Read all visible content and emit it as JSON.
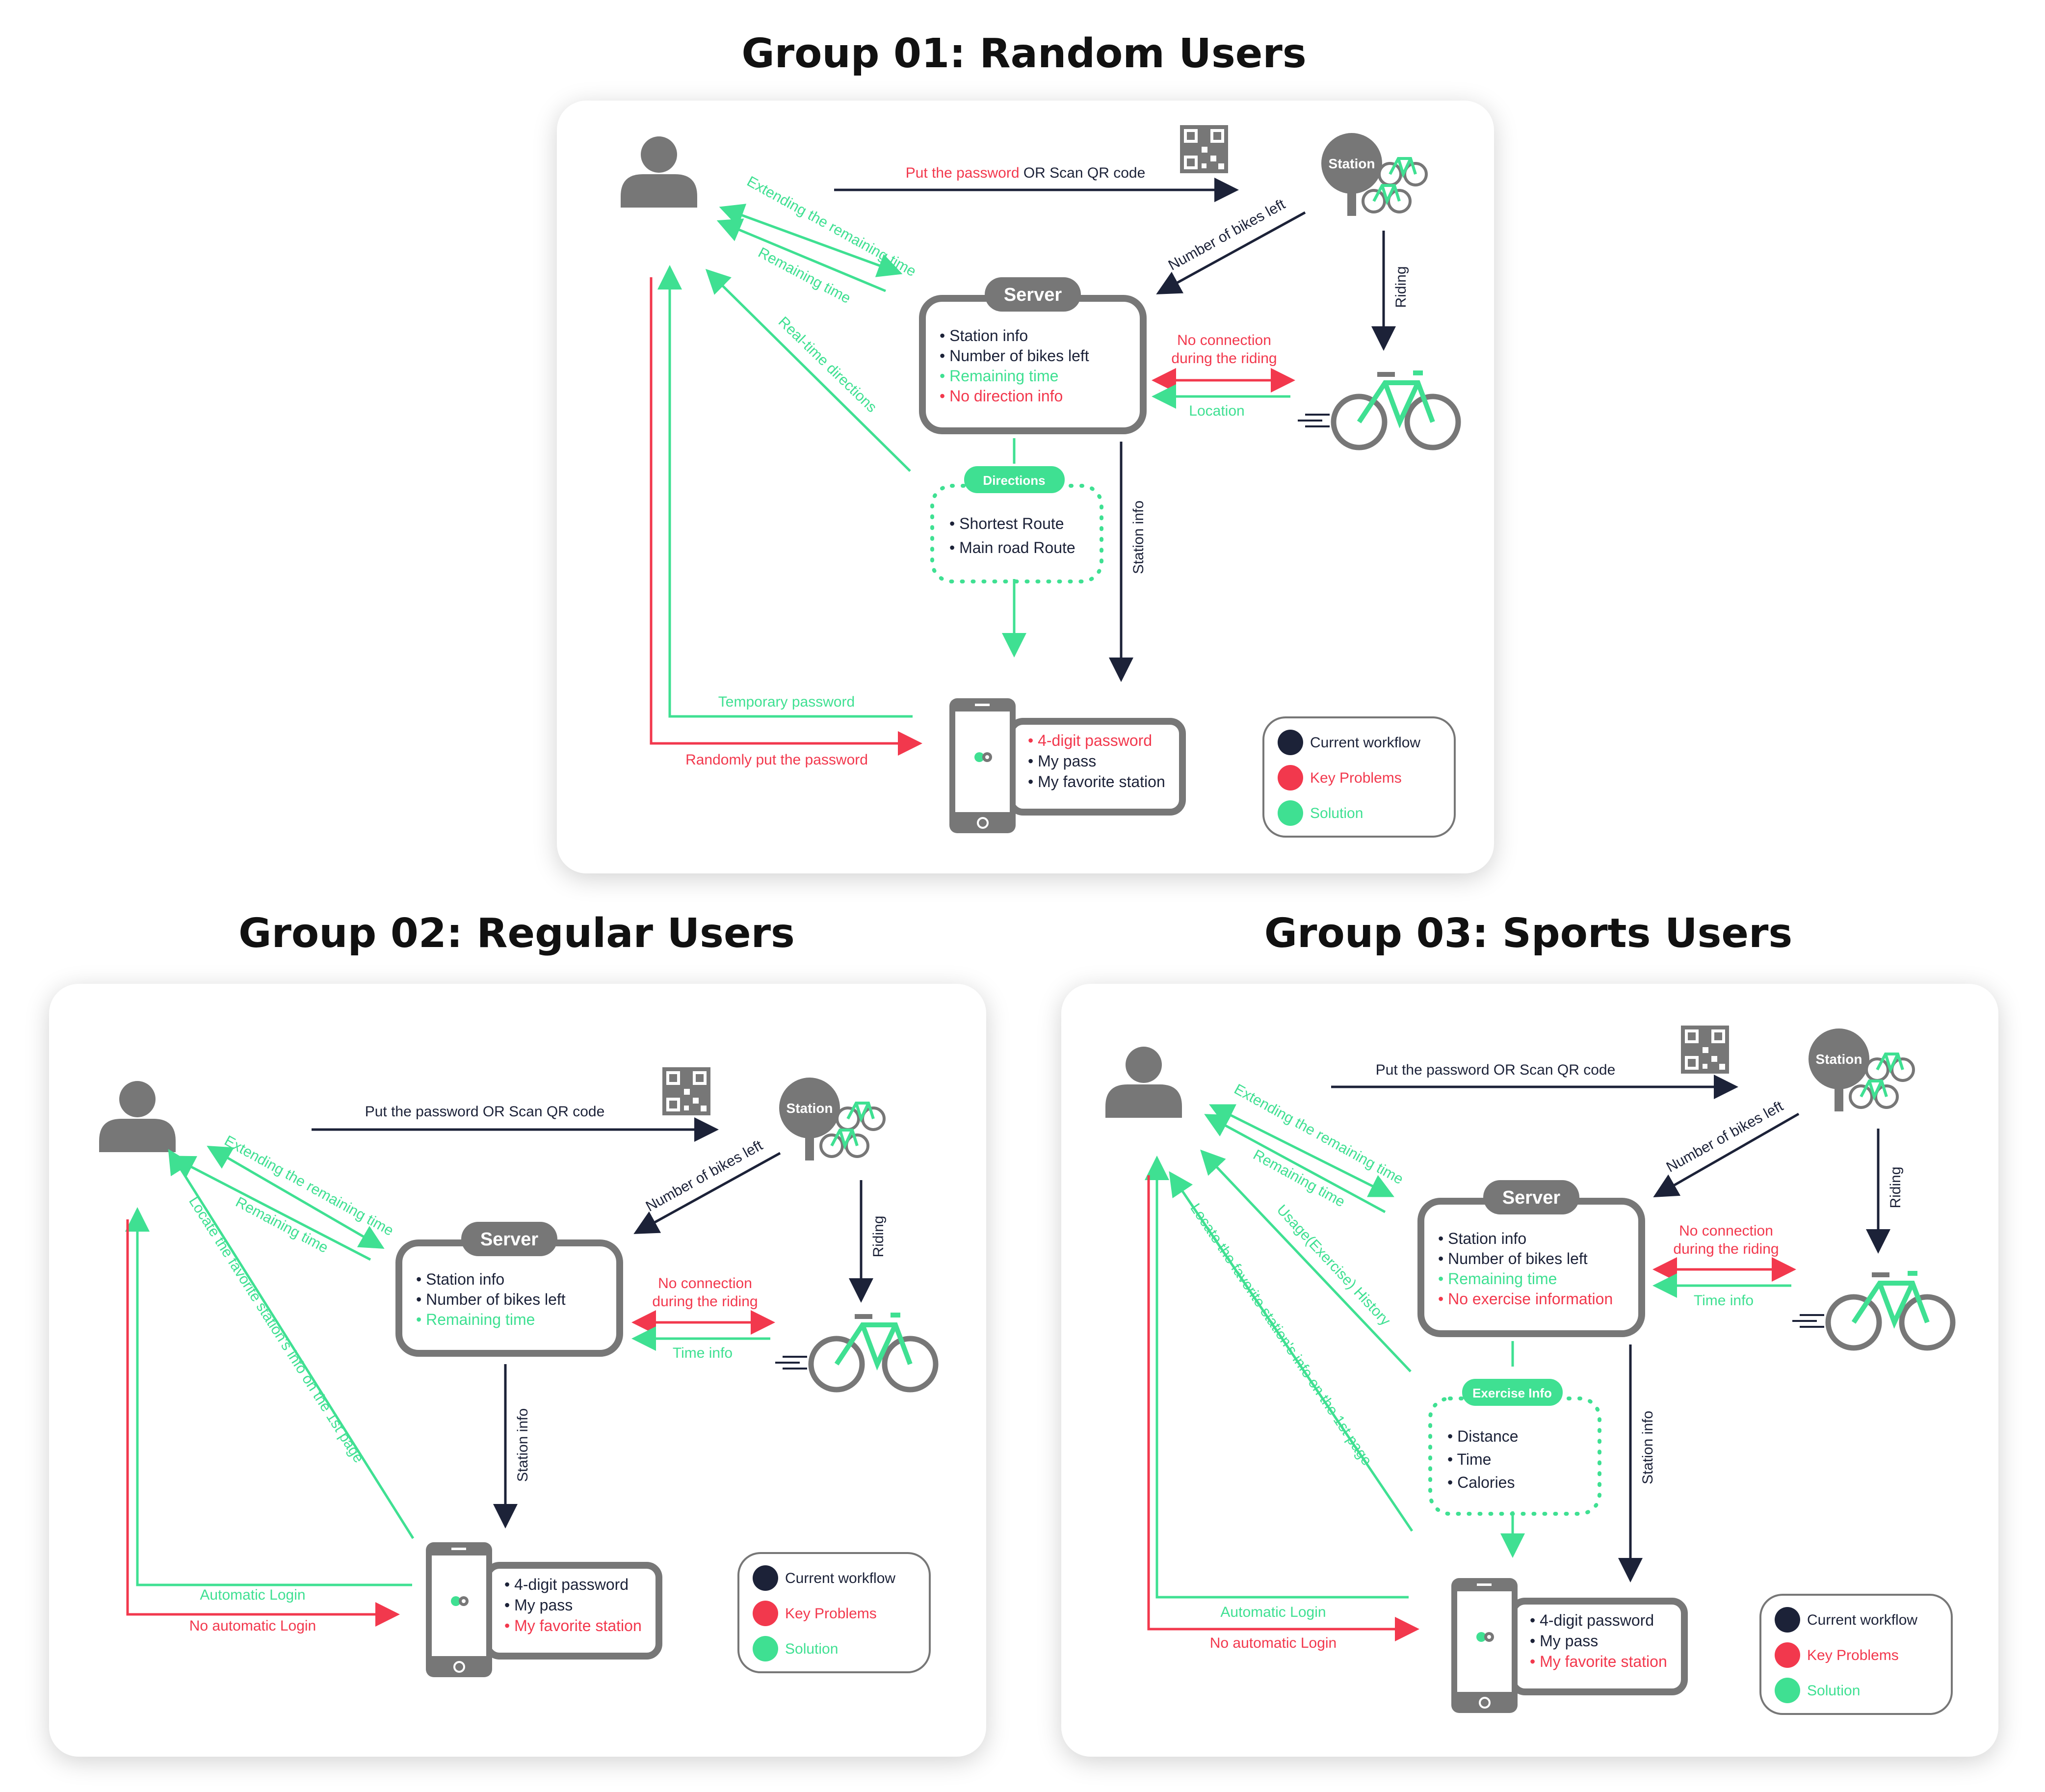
{
  "colors": {
    "dark": "#1c2238",
    "red": "#f2384d",
    "green": "#3fe092",
    "gray": "#777777"
  },
  "groups": [
    {
      "title": "Group 01: Random Users",
      "top_label_red": "Put the password",
      "top_label_dark": " OR Scan QR code",
      "bikes_left": "Number of bikes left",
      "riding": "Riding",
      "extending": "Extending the remaining time",
      "remaining": "Remaining time",
      "realtime": "Real-time directions",
      "server": {
        "title": "Server",
        "items": [
          "Station info",
          "Number of bikes left",
          "Remaining time",
          "No direction info"
        ]
      },
      "no_conn_1": "No connection",
      "no_conn_2": "during the riding",
      "location": "Location",
      "station": "Station",
      "station_info": "Station info",
      "box": {
        "label": "Directions",
        "items": [
          "Shortest Route",
          "Main road Route"
        ]
      },
      "temp_password": "Temporary password",
      "random_password": "Randomly put the password",
      "phone_items": [
        "4-digit password",
        "My pass",
        "My favorite station"
      ],
      "legend": [
        "Current workflow",
        "Key Problems",
        "Solution"
      ]
    },
    {
      "title": "Group 02: Regular Users",
      "top_label": "Put the password OR Scan QR code",
      "bikes_left": "Number of bikes left",
      "riding": "Riding",
      "extending": "Extending the remaining time",
      "remaining": "Remaining time",
      "locate": "Locate the favorite station's info on the 1st page",
      "server": {
        "title": "Server",
        "items": [
          "Station info",
          "Number of bikes left",
          "Remaining time"
        ]
      },
      "no_conn_1": "No connection",
      "no_conn_2": "during the riding",
      "time_info": "Time info",
      "station": "Station",
      "station_info": "Station info",
      "auto_login": "Automatic Login",
      "no_auto_login": "No automatic Login",
      "phone_items": [
        "4-digit password",
        "My pass",
        "My favorite station"
      ],
      "legend": [
        "Current workflow",
        "Key Problems",
        "Solution"
      ]
    },
    {
      "title": "Group 03: Sports Users",
      "top_label": "Put the password OR Scan QR code",
      "bikes_left": "Number of bikes left",
      "riding": "Riding",
      "extending": "Extending the remaining time",
      "remaining": "Remaining time",
      "usage": "Usage(Exercise) History",
      "locate": "Locate the favorite station's info on the 1st page",
      "server": {
        "title": "Server",
        "items": [
          "Station info",
          "Number of bikes left",
          "Remaining time",
          "No exercise information"
        ]
      },
      "no_conn_1": "No connection",
      "no_conn_2": "during the riding",
      "time_info": "Time info",
      "station": "Station",
      "station_info": "Station info",
      "box": {
        "label": "Exercise Info",
        "items": [
          "Distance",
          "Time",
          "Calories"
        ]
      },
      "auto_login": "Automatic Login",
      "no_auto_login": "No automatic Login",
      "phone_items": [
        "4-digit password",
        "My pass",
        "My favorite station"
      ],
      "legend": [
        "Current workflow",
        "Key Problems",
        "Solution"
      ]
    }
  ]
}
